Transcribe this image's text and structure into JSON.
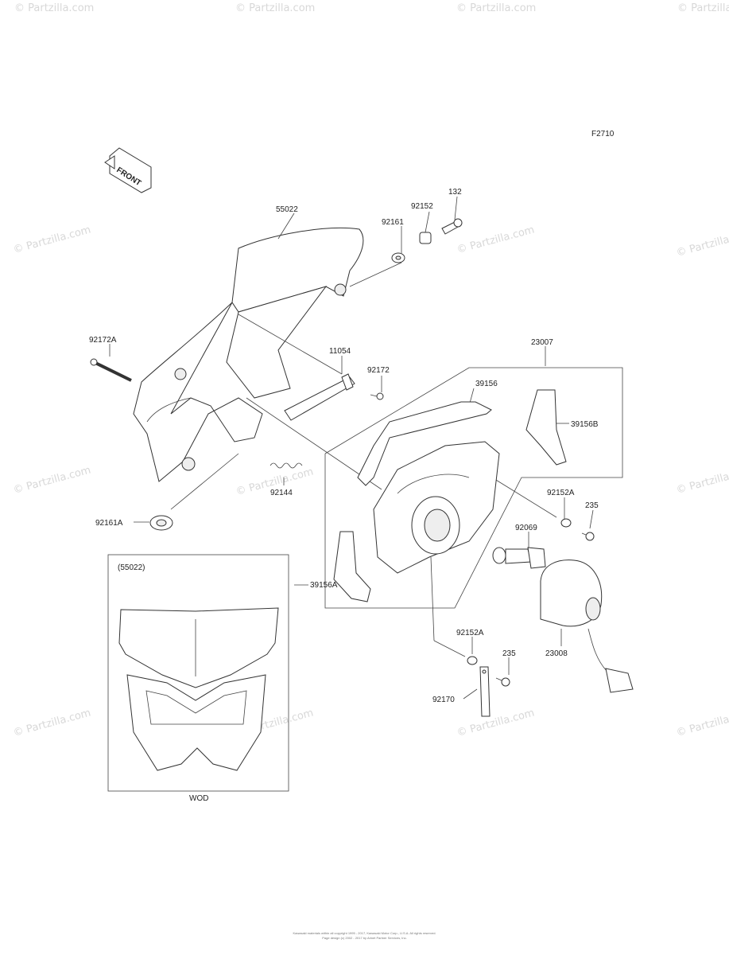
{
  "diagram_code": "F2710",
  "front_arrow_label": "FRONT",
  "inset_title": "(55022)",
  "inset_caption": "WOD",
  "watermarks": [
    "© Partzilla.com"
  ],
  "parts": [
    {
      "id": "55022"
    },
    {
      "id": "92161"
    },
    {
      "id": "92152"
    },
    {
      "id": "132"
    },
    {
      "id": "92172A"
    },
    {
      "id": "11054"
    },
    {
      "id": "92172"
    },
    {
      "id": "23007"
    },
    {
      "id": "39156"
    },
    {
      "id": "39156B"
    },
    {
      "id": "92144"
    },
    {
      "id": "92152A"
    },
    {
      "id": "235"
    },
    {
      "id": "92161A"
    },
    {
      "id": "92069"
    },
    {
      "id": "39156A"
    },
    {
      "id": "23008"
    },
    {
      "id": "92170"
    }
  ],
  "footer": {
    "line1": "Kawasaki materials within all copyright 1995 - 2017, Kawasaki Motor Corp., U.S.A. All rights reserved.",
    "line2": "Page design (c) 2002 - 2017 by Arinet Partner Services, Inc."
  }
}
